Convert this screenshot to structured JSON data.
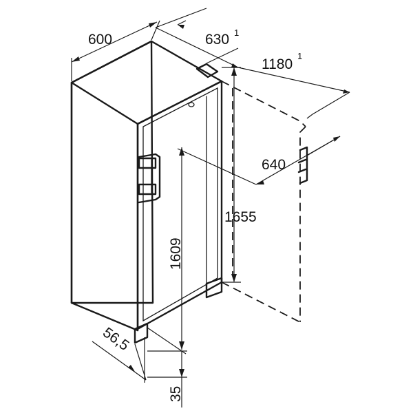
{
  "diagram": {
    "dimensions": {
      "width": "600",
      "depth": "630",
      "depth_note": "1",
      "depth_door_open": "1180",
      "depth_door_open_note": "1",
      "door_depth": "640",
      "total_height": "1655",
      "inner_height": "1609",
      "side_offset": "56,5",
      "foot_height": "35"
    }
  }
}
